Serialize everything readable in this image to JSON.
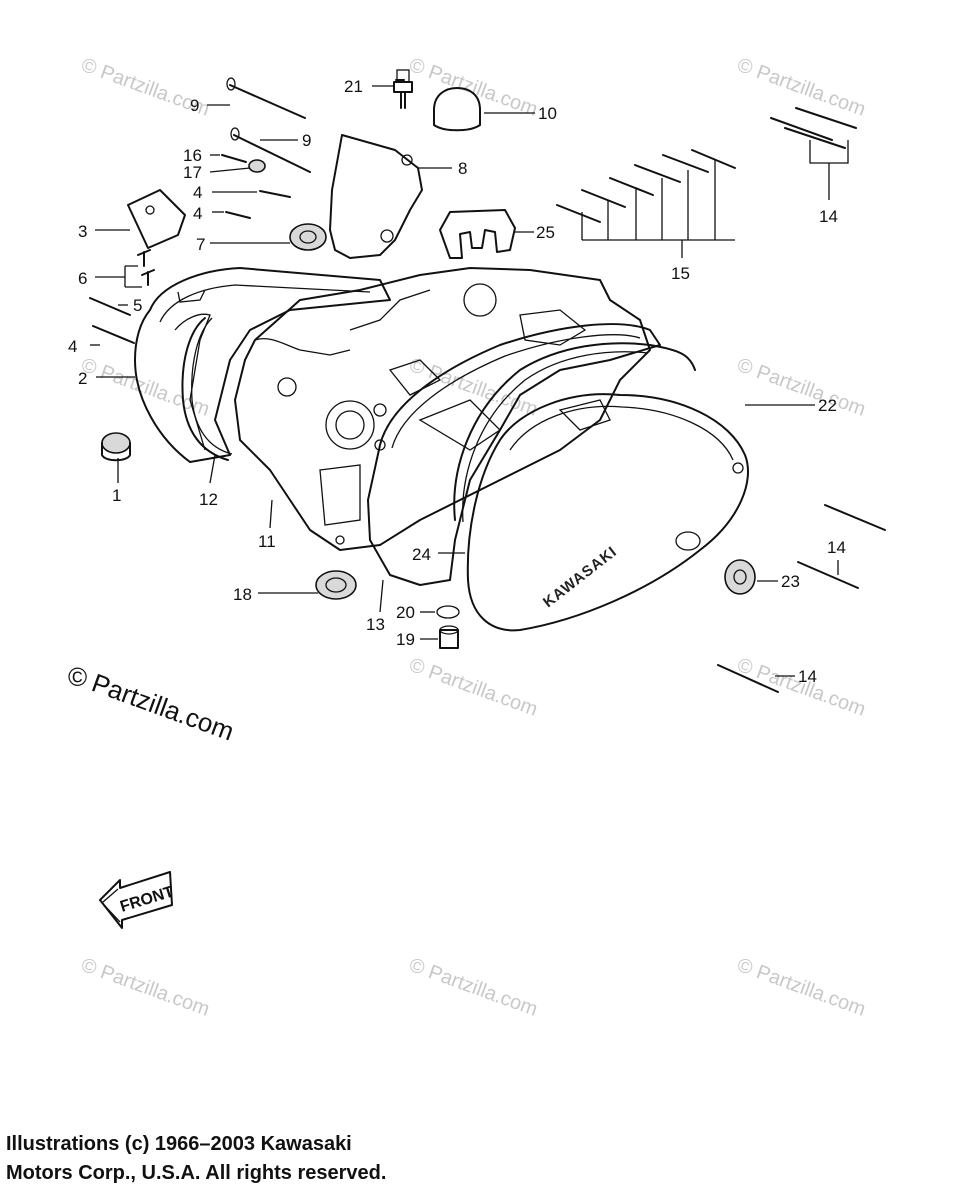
{
  "callouts": {
    "c1": "1",
    "c2": "2",
    "c3": "3",
    "c4a": "4",
    "c4b": "4",
    "c4c": "4",
    "c5": "5",
    "c6": "6",
    "c7": "7",
    "c8": "8",
    "c9a": "9",
    "c9b": "9",
    "c10": "10",
    "c11": "11",
    "c12": "12",
    "c13": "13",
    "c14a": "14",
    "c14b": "14",
    "c14c": "14",
    "c15": "15",
    "c16": "16",
    "c17": "17",
    "c18": "18",
    "c19": "19",
    "c20": "20",
    "c21": "21",
    "c22": "22",
    "c23": "23",
    "c24": "24",
    "c25": "25"
  },
  "watermark": {
    "small": "© Partzilla.com",
    "large_symbol": "©",
    "large_text": "Partzilla.com"
  },
  "cover_logo": "KAWASAKI",
  "front_arrow_label": "FRONT",
  "copyright": {
    "line1": "Illustrations (c) 1966–2003 Kawasaki",
    "line2": "Motors Corp., U.S.A.  All rights reserved."
  }
}
